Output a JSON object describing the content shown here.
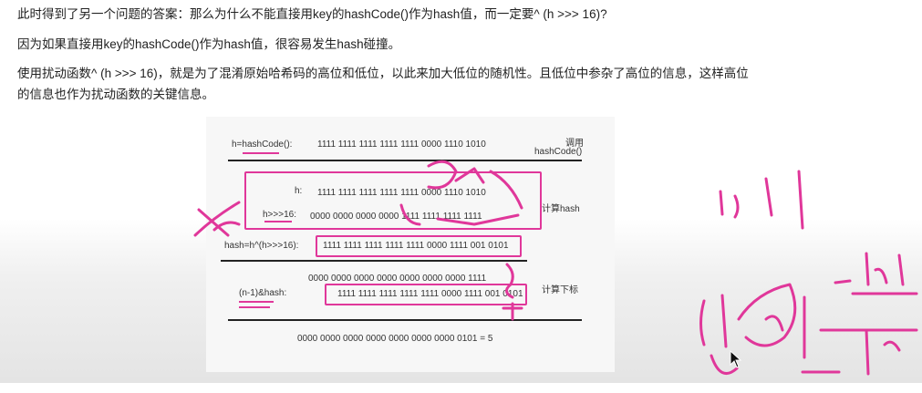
{
  "text": {
    "p1": "此时得到了另一个问题的答案：那么为什么不能直接用key的hashCode()作为hash值，而一定要^ (h >>> 16)?",
    "p2": "因为如果直接用key的hashCode()作为hash值，很容易发生hash碰撞。",
    "p3_line1": "使用扰动函数^ (h >>> 16)，就是为了混淆原始哈希码的高位和低位，以此来加大低位的随机性。且低位中参杂了高位的信息，这样高位",
    "p3_line2": "的信息也作为扰动函数的关键信息。"
  },
  "figure": {
    "row1_label": "h=hashCode():",
    "row1_value": "1111 1111 1111 1111 1111 0000 1110 1010",
    "note_call_1": "调用",
    "note_call_2": "hashCode()",
    "row2_label": "h:",
    "row2_value": "1111 1111 1111 1111 1111 0000 1110 1010",
    "row3_label": "h>>>16:",
    "row3_value": "0000 0000 0000 0000 1111 1111 1111 1111",
    "note_hash": "计算hash",
    "row4_label": "hash=h^(h>>>16):",
    "row4_value": "1111 1111 1111 1111 1111 0000 1111 001 0101",
    "row5_value": "0000 0000 0000 0000 0000 0000 0000 1111",
    "row6_label": "(n-1)&hash:",
    "row6_value": "1111 1111 1111 1111 1111 0000 1111 001 0101",
    "note_index": "计算下标",
    "row7_value": "0000 0000 0000 0000 0000 0000 0000 0101 = 5"
  },
  "colors": {
    "annotation_pink": "#e0379a",
    "text": "#222222"
  },
  "icons": {
    "cursor": "mouse-pointer-icon"
  }
}
